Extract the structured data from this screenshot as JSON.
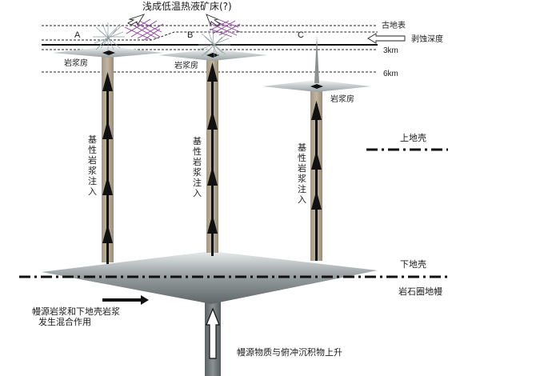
{
  "title": "浅成低温热液矿床(?)",
  "levels": {
    "surface": "古地表",
    "depth3": "3km",
    "depth6": "6km",
    "erosion": "剥蚀深度"
  },
  "columns": {
    "a": {
      "letter": "A",
      "chamber": "岩浆房",
      "injection": "基性岩浆注入"
    },
    "b": {
      "letter": "B",
      "chamber": "岩浆房",
      "injection": "基性岩浆注入"
    },
    "c": {
      "letter": "C",
      "chamber": "岩浆房",
      "injection": "基性岩浆注入"
    }
  },
  "crust": {
    "upper": "上地壳",
    "lower": "下地壳",
    "mantle": "岩石圈地幔"
  },
  "notes": {
    "mixing_line1": "幔源岩浆和下地壳岩浆",
    "mixing_line2": "发生混合作用",
    "upwelling": "幔源物质与俯冲沉积物上升"
  },
  "colors": {
    "conduit": "#b3a692",
    "conduit_edge": "#8c806c",
    "pluton_dark": "#70787a",
    "pluton_light": "#f2f3f3",
    "deposit": "#8e3a9d",
    "alteration": "#8a9a9c",
    "arrow": "#111111"
  }
}
